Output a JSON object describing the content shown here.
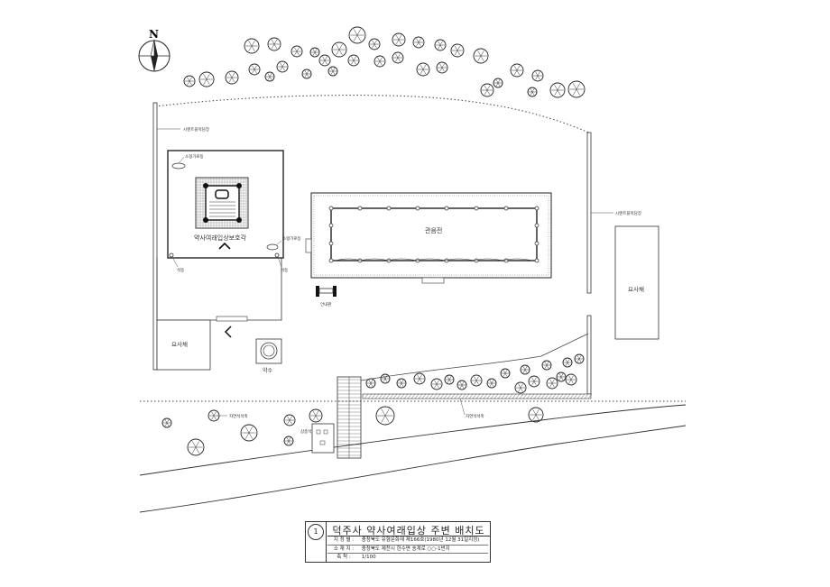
{
  "north_arrow": {
    "label": "N"
  },
  "labels": {
    "wall_top_left": "시멘트블럭담장",
    "wall_right": "시멘트블럭담장",
    "lamp_top": "소형가로등",
    "lamp_right": "소형가로등",
    "pavilion": "약사여래입상보호각",
    "stone_left": "석등",
    "stone_right": "석등",
    "main_hall": "관음전",
    "info_board": "안내판",
    "dormitory_right": "요사채",
    "dormitory_left": "요사채",
    "spring": "약수",
    "stone_wall_left": "자연석석축",
    "stone_wall_right": "자연석석축",
    "pagoda": "삼층석"
  },
  "title_block": {
    "title": "덕주사 약사여래입상 주변 배치도",
    "row1_key": "지 정 별 :",
    "row1_val": "충청북도 유형문화재 제166호(1980년 12월 31일지정)",
    "row2_key": "소 재 지 :",
    "row2_val": "충청북도 제천시 한수면 송계로 ○○-1번지",
    "row3_key": "축          척 :",
    "row3_val": "1/100"
  }
}
